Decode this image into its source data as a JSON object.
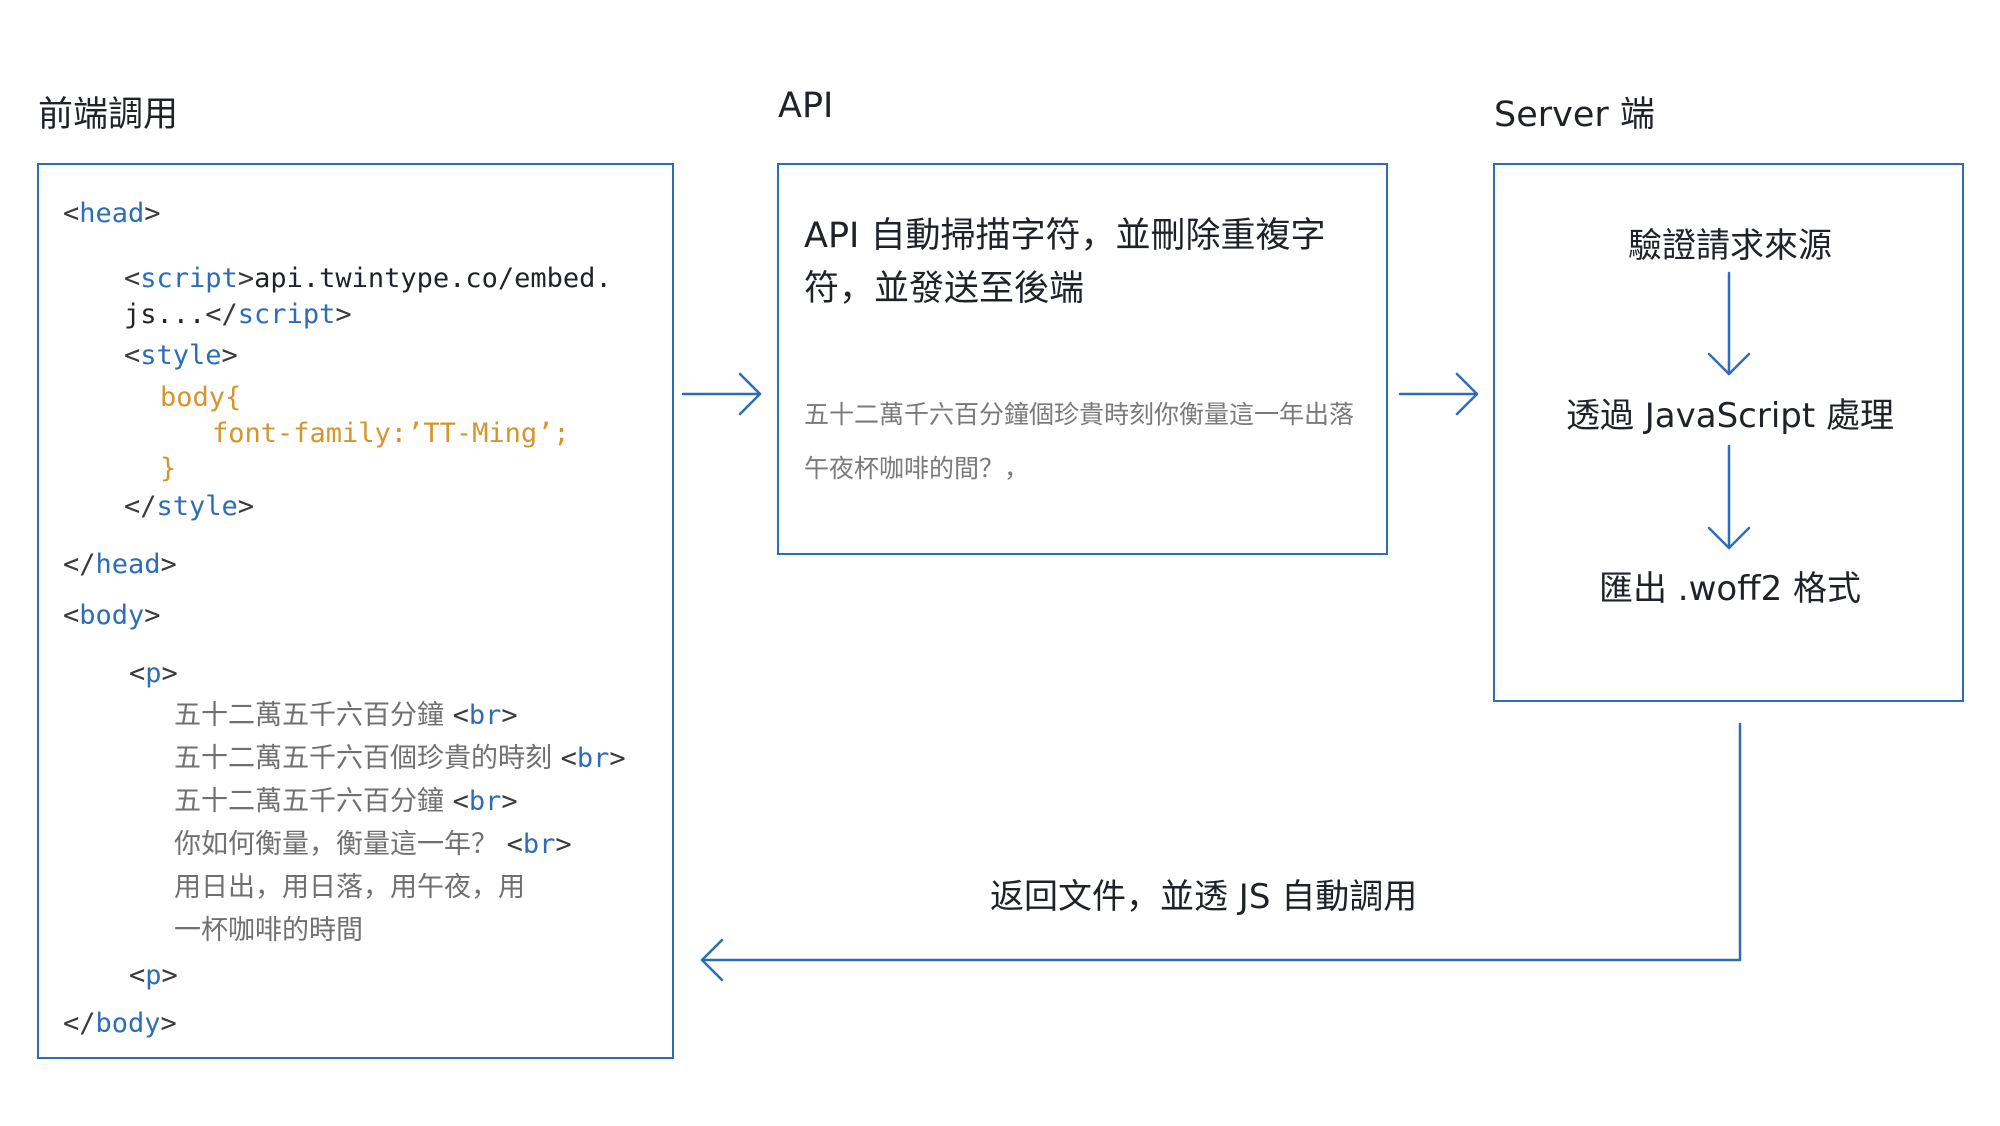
{
  "columns": {
    "frontend_title": "前端調用",
    "api_title": "API",
    "server_title": "Server 端"
  },
  "code": {
    "head": "head",
    "script": "script",
    "script_content_line1": "api.twintype.co/embed.",
    "script_content_line2": "js...",
    "style": "style",
    "css_selector": "body{",
    "css_rule": "font-family:’TT-Ming’;",
    "css_close": "}",
    "body": "body",
    "p": "p",
    "br": "br",
    "lines": [
      "五十二萬五千六百分鐘 ",
      "五十二萬五千六百個珍貴的時刻 ",
      "五十二萬五千六百分鐘 ",
      "你如何衡量，衡量這一年？ ",
      "用日出，用日落，用午夜，用",
      "一杯咖啡的時間"
    ]
  },
  "api_box": {
    "heading": "API 自動掃描字符，並刪除重複字符，並發送至後端",
    "sample_text": "五十二萬千六百分鐘個珍貴時刻你衡量這一年出落午夜杯咖啡的間？，"
  },
  "server_box": {
    "step1": "驗證請求來源",
    "step2": "透過 JavaScript 處理",
    "step3": "匯出 .woff2 格式"
  },
  "return_label": "返回文件，並透 JS 自動調用",
  "colors": {
    "accent_blue": "#2d6db5",
    "css_orange": "#d6952b",
    "text_dark": "#1f2328",
    "text_gray": "#707070"
  }
}
